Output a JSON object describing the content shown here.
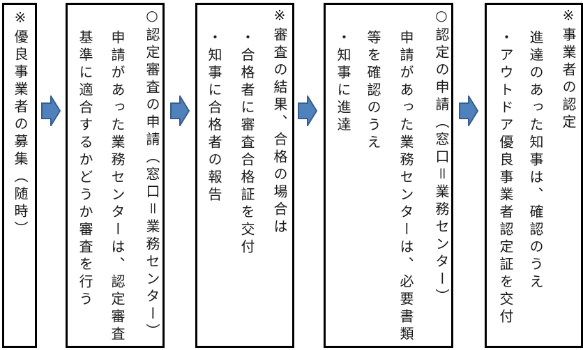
{
  "flow": {
    "accent_colors": {
      "arrow_fill": "#4F81BD",
      "arrow_stroke": "#385D8A",
      "box_border": "#000000"
    },
    "steps": [
      {
        "id": "step-1-recruitment",
        "lines": [
          "※優良事業者の募集（随時）"
        ]
      },
      {
        "id": "step-2-screening-application",
        "lines": [
          "○認定審査の申請（窓口＝業務センター）",
          "申請があった業務センターは、認定審査",
          "基準に適合するかどうか審査を行う"
        ]
      },
      {
        "id": "step-3-screening-result",
        "lines": [
          "※審査の結果、合格の場合は",
          "・合格者に審査合格証を交付",
          "・知事に合格者の報告"
        ]
      },
      {
        "id": "step-4-certification-application",
        "lines": [
          "○認定の申請（窓口＝業務センター）",
          "申請があった業務センターは、必要書類",
          "等を確認のうえ",
          "・知事に進達"
        ]
      },
      {
        "id": "step-5-certification",
        "lines": [
          "※事業者の認定",
          "進達のあった知事は、確認のうえ",
          "・アウトドア優良事業者認定証を交付"
        ]
      }
    ],
    "arrows": [
      {
        "icon": "right-arrow-icon"
      },
      {
        "icon": "right-arrow-icon"
      },
      {
        "icon": "right-arrow-icon"
      },
      {
        "icon": "right-arrow-icon"
      }
    ]
  }
}
